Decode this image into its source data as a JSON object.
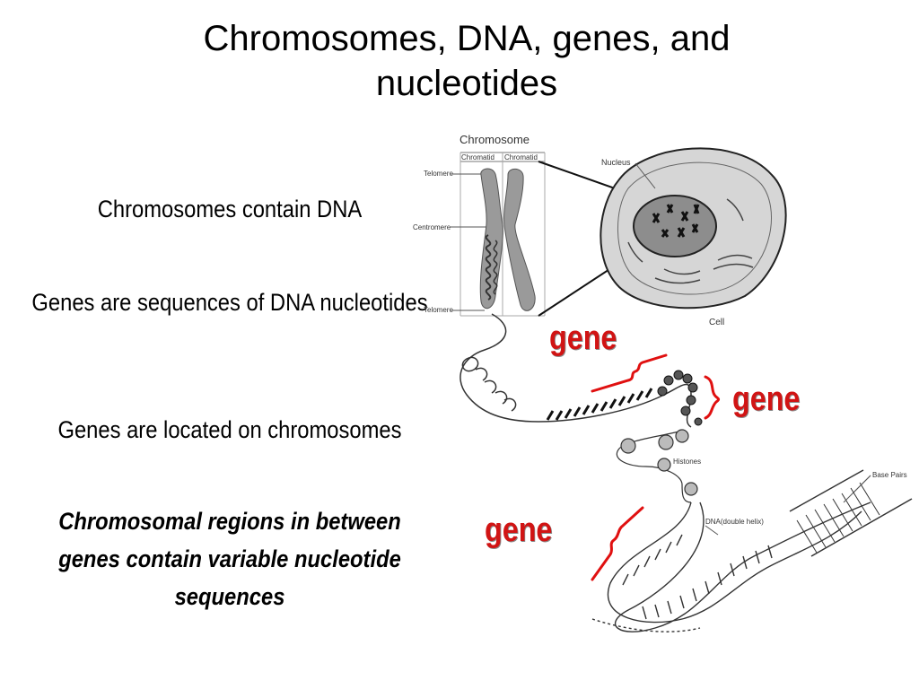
{
  "title": "Chromosomes, DNA, genes, and nucleotides",
  "bullets": [
    "Chromosomes contain DNA",
    "Genes are sequences of DNA nucleotides",
    "Genes are located on chromosomes",
    "Chromosomal regions in between genes contain variable nucleotide sequences"
  ],
  "diagram_labels": {
    "chromosome": "Chromosome",
    "chromatid_left": "Chromatid",
    "chromatid_right": "Chromatid",
    "telomere_top": "Telomere",
    "centromere": "Centromere",
    "telomere_bottom": "Telomere",
    "nucleus": "Nucleus",
    "cell": "Cell",
    "histones": "Histones",
    "base_pairs": "Base Pairs",
    "dna": "DNA(double helix)"
  },
  "gene_labels": [
    "gene",
    "gene",
    "gene"
  ],
  "colors": {
    "gene_label": "#d11414",
    "bracket": "#e01010",
    "chromosome_fill": "#9a9a9a",
    "cell_fill": "#d6d6d6"
  }
}
